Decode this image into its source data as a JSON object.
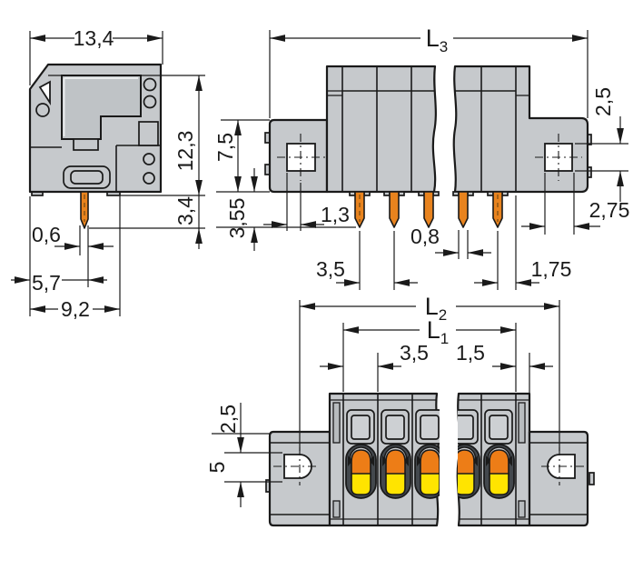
{
  "figure": {
    "kind": "terminal-block dimensional drawing",
    "views": {
      "side_view": {
        "dims": {
          "width": "13,4",
          "height": "12,3",
          "pin_length": "3,4",
          "pin_width": "0,6",
          "pin_offset": "5,7",
          "depth": "9,2"
        }
      },
      "front_view": {
        "dims": {
          "total_length_main": "L",
          "total_length_sub": "3",
          "end_clearance": "2,5",
          "flange_height": "7,5",
          "pin_projection": "3,55",
          "hole_to_pin": "1,3",
          "pin_width": "0,8",
          "pin_pitch": "3,5",
          "last_pin_to_end": "1,75",
          "hole_width": "2,75"
        }
      },
      "top_view": {
        "dims": {
          "hole_span_main": "L",
          "hole_span_sub": "2",
          "pole_span_main": "L",
          "pole_span_sub": "1",
          "pole_pitch": "3,5",
          "end_wall": "1,5",
          "hole_edge_offset": "2,5",
          "hole_center_offset": "5"
        }
      }
    },
    "colors": {
      "body": "#c6c9cc",
      "pin": "#e8831e",
      "button_orange": "#ed7d17",
      "button_yellow": "#ffe400",
      "recess": "#43484d",
      "line": "#1a1a1a",
      "background": "#ffffff"
    }
  }
}
